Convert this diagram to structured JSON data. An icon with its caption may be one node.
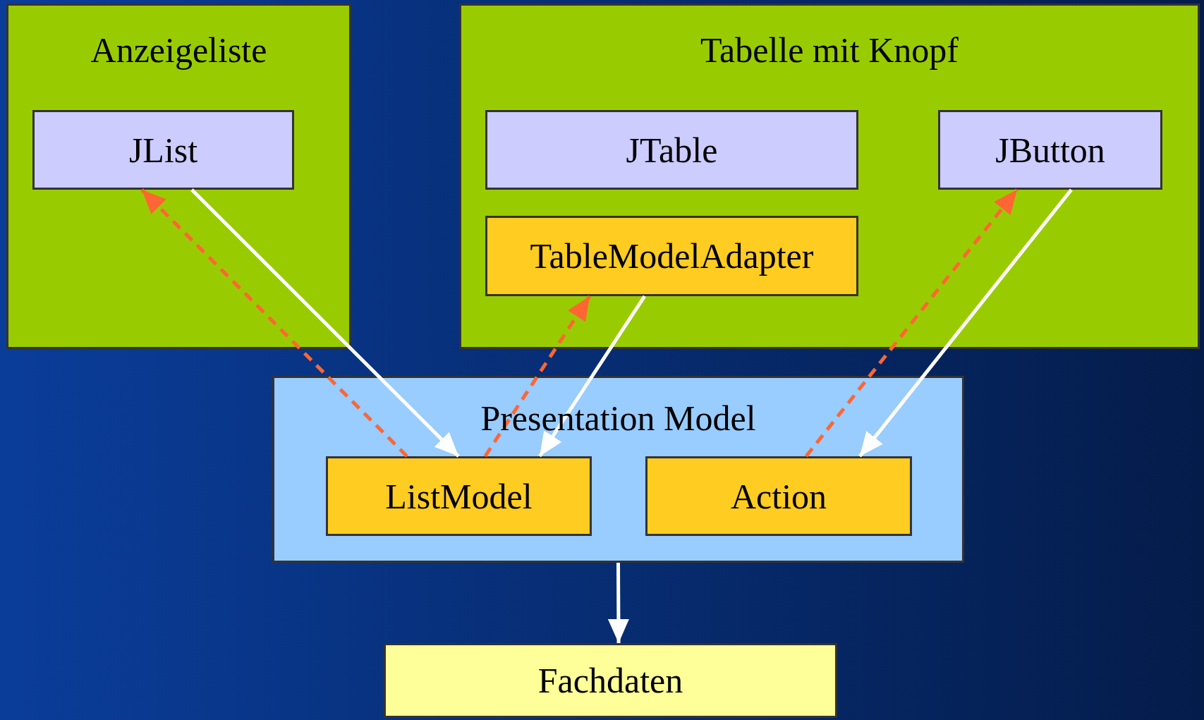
{
  "diagram": {
    "nodes": [
      {
        "text": [
          "Anzeigeliste"
        ]
      },
      {
        "text": [
          "JList"
        ],
        "in": 0
      },
      {
        "text": [
          "Tabelle mit Knopf"
        ]
      },
      {
        "text": [
          "JTable"
        ],
        "in": 2
      },
      {
        "text": [
          "TableModelAdapter"
        ],
        "in": 2
      },
      {
        "text": [
          "JButton"
        ],
        "in": 2
      },
      {
        "text": [
          "Presentation Model"
        ]
      },
      {
        "text": [
          "ListModel"
        ],
        "in": 6
      },
      {
        "text": [
          "Action"
        ],
        "in": 6
      },
      {
        "text": [
          "Fachdaten"
        ]
      }
    ],
    "edges": [
      {
        "from": 1,
        "to": 7,
        "arrow": "to"
      },
      {
        "from": 7,
        "to": 1,
        "arrow": "to",
        "style": "dashed",
        "color": "#ff6633"
      },
      {
        "from": 7,
        "to": 4,
        "arrow": "to",
        "style": "dashed",
        "color": "#ff6633"
      },
      {
        "from": 4,
        "to": 7,
        "arrow": "to"
      },
      {
        "from": 8,
        "to": 5,
        "arrow": "to",
        "style": "dashed",
        "color": "#ff6633"
      },
      {
        "from": 5,
        "to": 8,
        "arrow": "to"
      },
      {
        "from": 6,
        "to": 9,
        "arrow": "to"
      }
    ]
  }
}
